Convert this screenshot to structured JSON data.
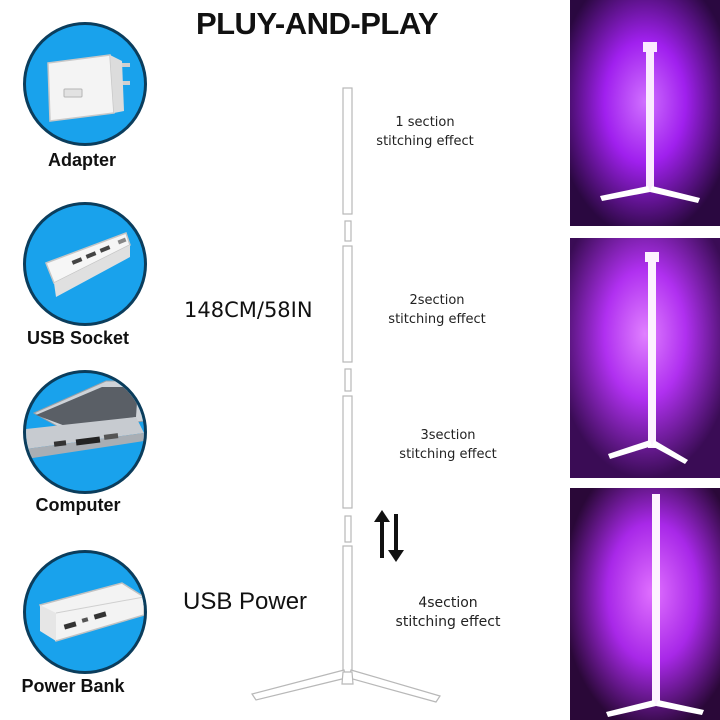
{
  "title": "PLUY-AND-PLAY",
  "sources": [
    {
      "label": "Adapter",
      "icon": "adapter-icon"
    },
    {
      "label": "USB Socket",
      "icon": "usb-socket-icon"
    },
    {
      "label": "Computer",
      "icon": "computer-icon"
    },
    {
      "label": "Power Bank",
      "icon": "power-bank-icon"
    }
  ],
  "lamp": {
    "size_label": "148CM/58IN",
    "power_label": "USB Power",
    "sections": [
      {
        "line1": "1 section",
        "line2": "stitching effect"
      },
      {
        "line1": "2section",
        "line2": "stitching effect"
      },
      {
        "line1": "3section",
        "line2": "stitching effect"
      },
      {
        "line1": "4section",
        "line2": "stitching effect"
      }
    ]
  },
  "colors": {
    "circle_blue": "#19a2ec",
    "glow_purple": "#b03cff",
    "photo_bg": "#1a0625"
  }
}
